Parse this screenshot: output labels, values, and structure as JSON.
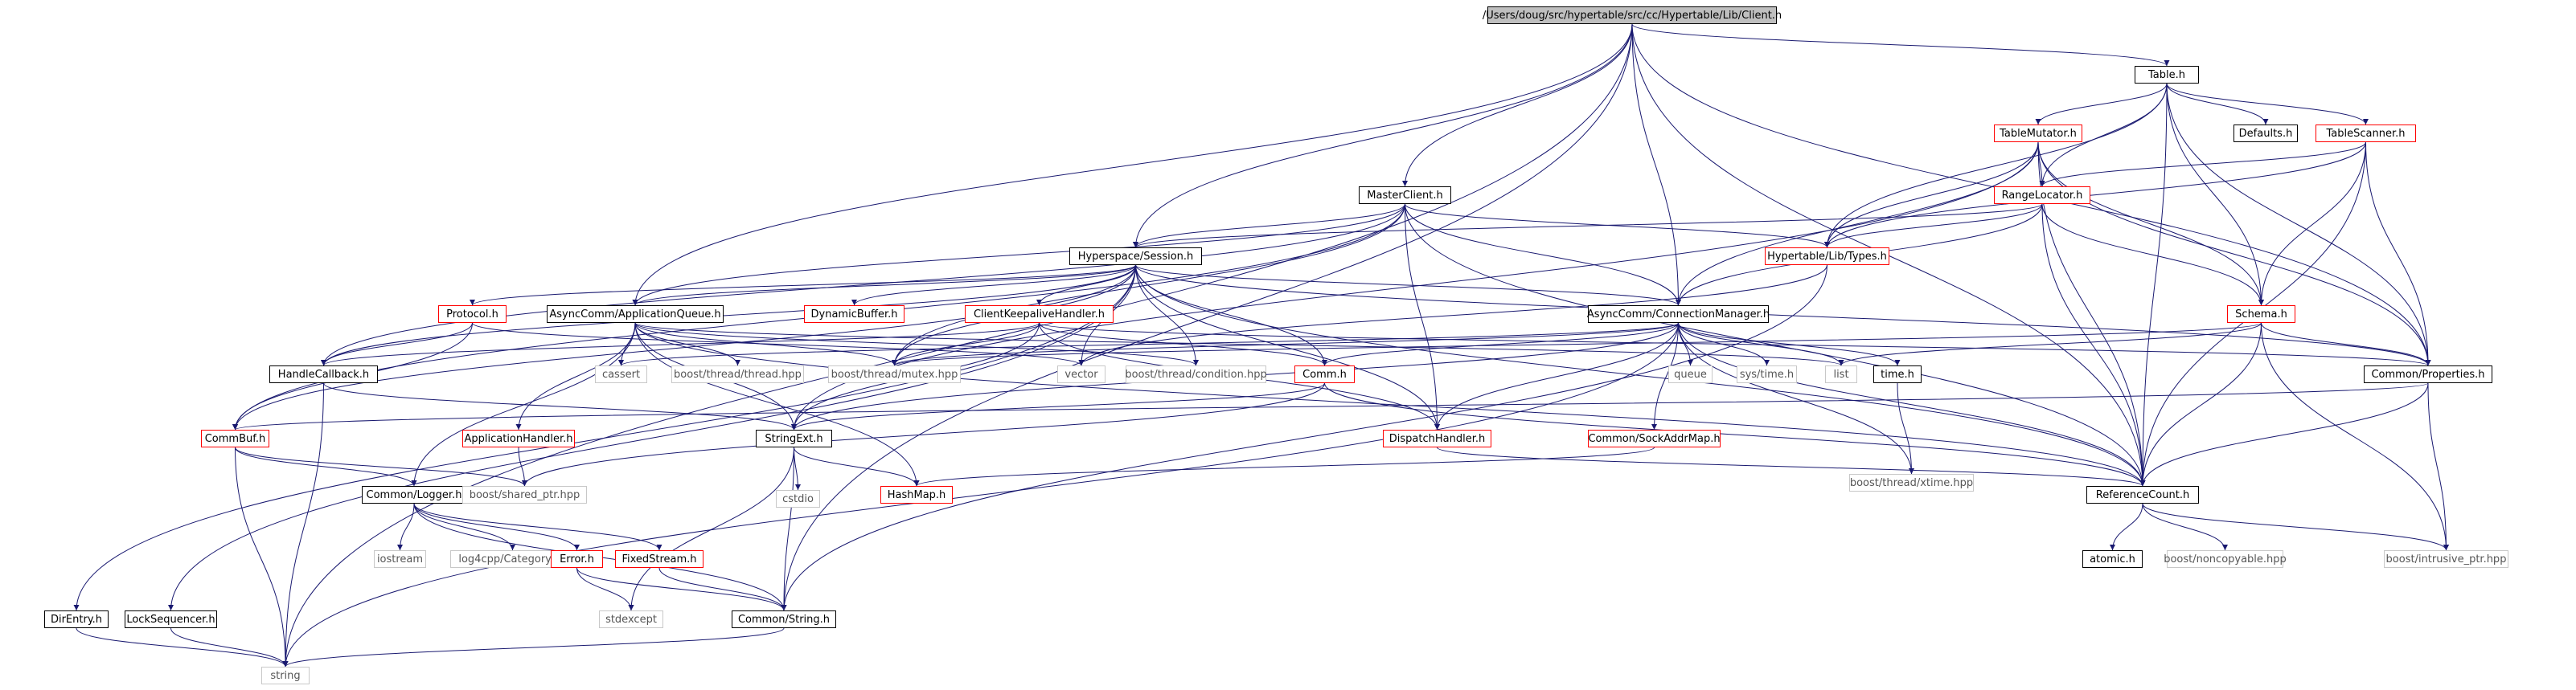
{
  "diagram": {
    "nodes": [
      {
        "id": "root",
        "label": "/Users/doug/src/hypertable/src/cc/Hypertable/Lib/Client.h",
        "kind": "root"
      },
      {
        "id": "table",
        "label": "Table.h",
        "kind": "black"
      },
      {
        "id": "tablemutator",
        "label": "TableMutator.h",
        "kind": "red"
      },
      {
        "id": "defaults",
        "label": "Defaults.h",
        "kind": "black"
      },
      {
        "id": "tablescanner",
        "label": "TableScanner.h",
        "kind": "red"
      },
      {
        "id": "masterclient",
        "label": "MasterClient.h",
        "kind": "black"
      },
      {
        "id": "rangelocator",
        "label": "RangeLocator.h",
        "kind": "red"
      },
      {
        "id": "hsession",
        "label": "Hyperspace/Session.h",
        "kind": "black"
      },
      {
        "id": "types",
        "label": "Hypertable/Lib/Types.h",
        "kind": "red"
      },
      {
        "id": "protocol",
        "label": "Protocol.h",
        "kind": "red"
      },
      {
        "id": "appqueue",
        "label": "AsyncComm/ApplicationQueue.h",
        "kind": "black"
      },
      {
        "id": "dynbuf",
        "label": "DynamicBuffer.h",
        "kind": "red"
      },
      {
        "id": "keepalive",
        "label": "ClientKeepaliveHandler.h",
        "kind": "red"
      },
      {
        "id": "connmgr",
        "label": "AsyncComm/ConnectionManager.h",
        "kind": "black"
      },
      {
        "id": "schema",
        "label": "Schema.h",
        "kind": "red"
      },
      {
        "id": "handlecb",
        "label": "HandleCallback.h",
        "kind": "black"
      },
      {
        "id": "cassert",
        "label": "cassert",
        "kind": "gray"
      },
      {
        "id": "bthread",
        "label": "boost/thread/thread.hpp",
        "kind": "gray"
      },
      {
        "id": "bmutex",
        "label": "boost/thread/mutex.hpp",
        "kind": "gray"
      },
      {
        "id": "vector",
        "label": "vector",
        "kind": "gray"
      },
      {
        "id": "bcond",
        "label": "boost/thread/condition.hpp",
        "kind": "gray"
      },
      {
        "id": "comm",
        "label": "Comm.h",
        "kind": "red"
      },
      {
        "id": "queue",
        "label": "queue",
        "kind": "gray"
      },
      {
        "id": "systime",
        "label": "sys/time.h",
        "kind": "gray"
      },
      {
        "id": "list",
        "label": "list",
        "kind": "gray"
      },
      {
        "id": "timeh",
        "label": "time.h",
        "kind": "black"
      },
      {
        "id": "props",
        "label": "Common/Properties.h",
        "kind": "black"
      },
      {
        "id": "commbuf",
        "label": "CommBuf.h",
        "kind": "red"
      },
      {
        "id": "apphandler",
        "label": "ApplicationHandler.h",
        "kind": "red"
      },
      {
        "id": "stringext",
        "label": "StringExt.h",
        "kind": "black"
      },
      {
        "id": "dispatch",
        "label": "DispatchHandler.h",
        "kind": "red"
      },
      {
        "id": "sockaddr",
        "label": "Common/SockAddrMap.h",
        "kind": "red"
      },
      {
        "id": "bxtime",
        "label": "boost/thread/xtime.hpp",
        "kind": "gray"
      },
      {
        "id": "clogger",
        "label": "Common/Logger.h",
        "kind": "black"
      },
      {
        "id": "bshared",
        "label": "boost/shared_ptr.hpp",
        "kind": "gray"
      },
      {
        "id": "cstdio",
        "label": "cstdio",
        "kind": "gray"
      },
      {
        "id": "hashmap",
        "label": "HashMap.h",
        "kind": "red"
      },
      {
        "id": "refcount",
        "label": "ReferenceCount.h",
        "kind": "black"
      },
      {
        "id": "iostream",
        "label": "iostream",
        "kind": "gray"
      },
      {
        "id": "log4cpp",
        "label": "log4cpp/Category.hh",
        "kind": "gray"
      },
      {
        "id": "error",
        "label": "Error.h",
        "kind": "red"
      },
      {
        "id": "fixedstream",
        "label": "FixedStream.h",
        "kind": "red"
      },
      {
        "id": "atomic",
        "label": "atomic.h",
        "kind": "black"
      },
      {
        "id": "bnoncopy",
        "label": "boost/noncopyable.hpp",
        "kind": "gray"
      },
      {
        "id": "bintrusive",
        "label": "boost/intrusive_ptr.hpp",
        "kind": "gray"
      },
      {
        "id": "stdexcept",
        "label": "stdexcept",
        "kind": "gray"
      },
      {
        "id": "direntry",
        "label": "DirEntry.h",
        "kind": "black"
      },
      {
        "id": "locksequencer",
        "label": "LockSequencer.h",
        "kind": "black"
      },
      {
        "id": "cstring",
        "label": "Common/String.h",
        "kind": "black"
      },
      {
        "id": "string",
        "label": "string",
        "kind": "gray"
      }
    ],
    "edges": [
      [
        "root",
        "table"
      ],
      [
        "root",
        "masterclient"
      ],
      [
        "root",
        "hsession"
      ],
      [
        "root",
        "appqueue"
      ],
      [
        "root",
        "connmgr"
      ],
      [
        "root",
        "props"
      ],
      [
        "root",
        "refcount"
      ],
      [
        "root",
        "cstring"
      ],
      [
        "root",
        "string"
      ],
      [
        "table",
        "tablemutator"
      ],
      [
        "table",
        "defaults"
      ],
      [
        "table",
        "tablescanner"
      ],
      [
        "table",
        "rangelocator"
      ],
      [
        "table",
        "types"
      ],
      [
        "table",
        "schema"
      ],
      [
        "table",
        "props"
      ],
      [
        "table",
        "refcount"
      ],
      [
        "tablemutator",
        "rangelocator"
      ],
      [
        "tablemutator",
        "types"
      ],
      [
        "tablemutator",
        "schema"
      ],
      [
        "tablemutator",
        "connmgr"
      ],
      [
        "tablemutator",
        "refcount"
      ],
      [
        "tablemutator",
        "stringext"
      ],
      [
        "tablemutator",
        "props"
      ],
      [
        "tablescanner",
        "rangelocator"
      ],
      [
        "tablescanner",
        "types"
      ],
      [
        "tablescanner",
        "schema"
      ],
      [
        "tablescanner",
        "props"
      ],
      [
        "tablescanner",
        "refcount"
      ],
      [
        "rangelocator",
        "hsession"
      ],
      [
        "rangelocator",
        "types"
      ],
      [
        "rangelocator",
        "schema"
      ],
      [
        "rangelocator",
        "connmgr"
      ],
      [
        "rangelocator",
        "refcount"
      ],
      [
        "masterclient",
        "hsession"
      ],
      [
        "masterclient",
        "appqueue"
      ],
      [
        "masterclient",
        "connmgr"
      ],
      [
        "masterclient",
        "types"
      ],
      [
        "masterclient",
        "dispatch"
      ],
      [
        "masterclient",
        "bmutex"
      ],
      [
        "masterclient",
        "commbuf"
      ],
      [
        "masterclient",
        "handlecb"
      ],
      [
        "masterclient",
        "refcount"
      ],
      [
        "hsession",
        "protocol"
      ],
      [
        "hsession",
        "appqueue"
      ],
      [
        "hsession",
        "dynbuf"
      ],
      [
        "hsession",
        "keepalive"
      ],
      [
        "hsession",
        "connmgr"
      ],
      [
        "hsession",
        "comm"
      ],
      [
        "hsession",
        "bmutex"
      ],
      [
        "hsession",
        "vector"
      ],
      [
        "hsession",
        "bcond"
      ],
      [
        "hsession",
        "handlecb"
      ],
      [
        "hsession",
        "commbuf"
      ],
      [
        "hsession",
        "dispatch"
      ],
      [
        "hsession",
        "refcount"
      ],
      [
        "hsession",
        "direntry"
      ],
      [
        "hsession",
        "locksequencer"
      ],
      [
        "hsession",
        "props"
      ],
      [
        "types",
        "vector"
      ],
      [
        "types",
        "cstring"
      ],
      [
        "protocol",
        "handlecb"
      ],
      [
        "protocol",
        "commbuf"
      ],
      [
        "protocol",
        "vector"
      ],
      [
        "appqueue",
        "apphandler"
      ],
      [
        "appqueue",
        "clogger"
      ],
      [
        "appqueue",
        "stringext"
      ],
      [
        "appqueue",
        "hashmap"
      ],
      [
        "appqueue",
        "cassert"
      ],
      [
        "appqueue",
        "bthread"
      ],
      [
        "appqueue",
        "bmutex"
      ],
      [
        "appqueue",
        "bcond"
      ],
      [
        "appqueue",
        "list"
      ],
      [
        "appqueue",
        "refcount"
      ],
      [
        "keepalive",
        "comm"
      ],
      [
        "keepalive",
        "dispatch"
      ],
      [
        "keepalive",
        "bmutex"
      ],
      [
        "keepalive",
        "handlecb"
      ],
      [
        "keepalive",
        "stringext"
      ],
      [
        "keepalive",
        "props"
      ],
      [
        "connmgr",
        "comm"
      ],
      [
        "connmgr",
        "dispatch"
      ],
      [
        "connmgr",
        "sockaddr"
      ],
      [
        "connmgr",
        "queue"
      ],
      [
        "connmgr",
        "systime"
      ],
      [
        "connmgr",
        "list"
      ],
      [
        "connmgr",
        "timeh"
      ],
      [
        "connmgr",
        "bxtime"
      ],
      [
        "connmgr",
        "bmutex"
      ],
      [
        "connmgr",
        "cassert"
      ],
      [
        "connmgr",
        "refcount"
      ],
      [
        "connmgr",
        "stringext"
      ],
      [
        "connmgr",
        "string"
      ],
      [
        "schema",
        "list"
      ],
      [
        "schema",
        "props"
      ],
      [
        "schema",
        "refcount"
      ],
      [
        "schema",
        "bintrusive"
      ],
      [
        "schema",
        "bmutex"
      ],
      [
        "handlecb",
        "stringext"
      ],
      [
        "handlecb",
        "string"
      ],
      [
        "comm",
        "bshared"
      ],
      [
        "comm",
        "refcount"
      ],
      [
        "comm",
        "stringext"
      ],
      [
        "timeh",
        "bxtime"
      ],
      [
        "props",
        "commbuf"
      ],
      [
        "props",
        "refcount"
      ],
      [
        "props",
        "bintrusive"
      ],
      [
        "commbuf",
        "clogger"
      ],
      [
        "commbuf",
        "bshared"
      ],
      [
        "commbuf",
        "string"
      ],
      [
        "apphandler",
        "bshared"
      ],
      [
        "stringext",
        "cstdio"
      ],
      [
        "stringext",
        "hashmap"
      ],
      [
        "stringext",
        "cstring"
      ],
      [
        "stringext",
        "stdexcept"
      ],
      [
        "dispatch",
        "refcount"
      ],
      [
        "sockaddr",
        "hashmap"
      ],
      [
        "clogger",
        "iostream"
      ],
      [
        "clogger",
        "log4cpp"
      ],
      [
        "clogger",
        "error"
      ],
      [
        "clogger",
        "fixedstream"
      ],
      [
        "clogger",
        "cstring"
      ],
      [
        "error",
        "stdexcept"
      ],
      [
        "error",
        "cstring"
      ],
      [
        "fixedstream",
        "cstring"
      ],
      [
        "refcount",
        "atomic"
      ],
      [
        "refcount",
        "bnoncopy"
      ],
      [
        "refcount",
        "bintrusive"
      ],
      [
        "direntry",
        "string"
      ],
      [
        "locksequencer",
        "string"
      ],
      [
        "cstring",
        "string"
      ]
    ]
  },
  "colors": {
    "edge": "#191970",
    "black_border": "#000000",
    "red_border": "#ff0000",
    "gray_border": "#c8c8c8",
    "root_fill": "#bfbfbf"
  }
}
